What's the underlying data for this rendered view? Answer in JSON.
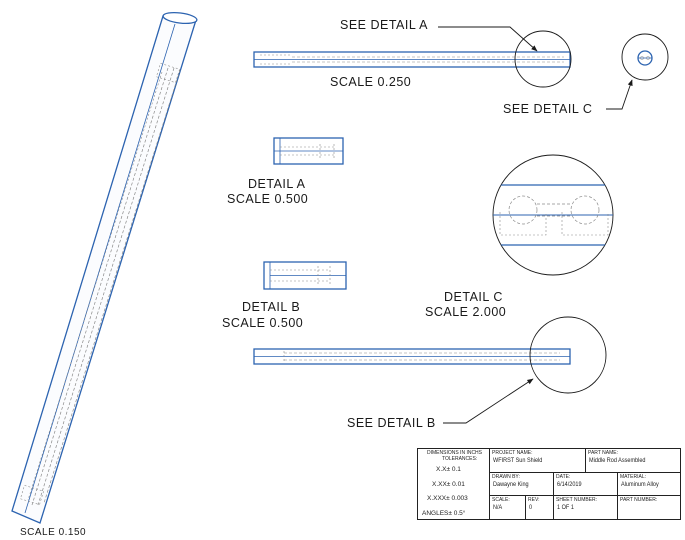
{
  "callouts": {
    "see_detail_a": "SEE DETAIL  A",
    "see_detail_b": "SEE DETAIL  B",
    "see_detail_c": "SEE DETAIL  C"
  },
  "views": {
    "main_scale": "SCALE  0.250",
    "detail_a_title": "DETAIL  A",
    "detail_a_scale": "SCALE  0.500",
    "detail_b_title": "DETAIL  B",
    "detail_b_scale": "SCALE  0.500",
    "detail_c_title": "DETAIL  C",
    "detail_c_scale": "SCALE  2.000",
    "iso_scale_partial": "SCALE  0.150"
  },
  "title_block": {
    "dimensions_caption": "DIMENSIONS IN INCHS",
    "tolerances_caption": "TOLERANCES:",
    "tol_xx": "X.X±  0.1",
    "tol_xxx": "X.XX±  0.01",
    "tol_xxxx": "X.XXX±  0.003",
    "tol_angles": "ANGLES±  0.5°",
    "project_name_caption": "PROJECT NAME:",
    "project_name": "WFIRST Sun Shield",
    "part_name_caption": "PART NAME:",
    "part_name": "Middle Rod Assembled",
    "drawn_by_caption": "DRAWN BY:",
    "drawn_by": "Dawayne King",
    "date_caption": "DATE:",
    "date": "6/14/2019",
    "material_caption": "MATERIAL:",
    "material": "Aluminum Alloy",
    "scale_caption": "SCALE:",
    "scale": "N/A",
    "rev_caption": "REV:",
    "rev": "0",
    "sheet_caption": "SHEET NUMBER:",
    "sheet": "1 OF 1",
    "part_number_caption": "PART NUMBER:",
    "part_number": ""
  },
  "colors": {
    "outline_blue": "#2c63b0",
    "hidden_gray": "#8a8a8a",
    "leader_black": "#1a1a1a"
  }
}
